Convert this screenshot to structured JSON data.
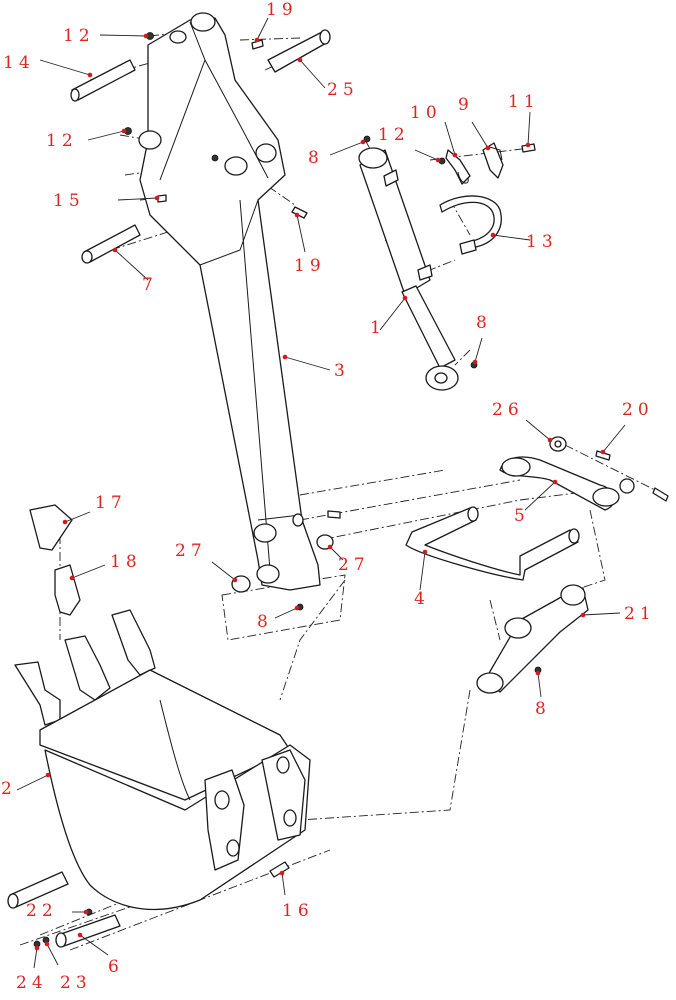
{
  "figure": {
    "callouts": [
      {
        "id": "c-19a",
        "label": "19"
      },
      {
        "id": "c-12a",
        "label": "12"
      },
      {
        "id": "c-14",
        "label": "14"
      },
      {
        "id": "c-25",
        "label": "25"
      },
      {
        "id": "c-12b",
        "label": "12"
      },
      {
        "id": "c-15",
        "label": "15"
      },
      {
        "id": "c-19b",
        "label": "19"
      },
      {
        "id": "c-7",
        "label": "7"
      },
      {
        "id": "c-8a",
        "label": "8"
      },
      {
        "id": "c-12c",
        "label": "12"
      },
      {
        "id": "c-10",
        "label": "10"
      },
      {
        "id": "c-9",
        "label": "9"
      },
      {
        "id": "c-11",
        "label": "11"
      },
      {
        "id": "c-13",
        "label": "13"
      },
      {
        "id": "c-1",
        "label": "1"
      },
      {
        "id": "c-8b",
        "label": "8"
      },
      {
        "id": "c-3",
        "label": "3"
      },
      {
        "id": "c-26",
        "label": "26"
      },
      {
        "id": "c-20",
        "label": "20"
      },
      {
        "id": "c-5",
        "label": "5"
      },
      {
        "id": "c-17",
        "label": "17"
      },
      {
        "id": "c-18",
        "label": "18"
      },
      {
        "id": "c-27a",
        "label": "27"
      },
      {
        "id": "c-27b",
        "label": "27"
      },
      {
        "id": "c-8c",
        "label": "8"
      },
      {
        "id": "c-4",
        "label": "4"
      },
      {
        "id": "c-21",
        "label": "21"
      },
      {
        "id": "c-8d",
        "label": "8"
      },
      {
        "id": "c-2",
        "label": "2"
      },
      {
        "id": "c-22",
        "label": "22"
      },
      {
        "id": "c-16",
        "label": "16"
      },
      {
        "id": "c-24",
        "label": "24"
      },
      {
        "id": "c-23",
        "label": "23"
      },
      {
        "id": "c-6",
        "label": "6"
      }
    ],
    "callout_color": "#e0241f",
    "line_color": "#1a1a1a"
  }
}
